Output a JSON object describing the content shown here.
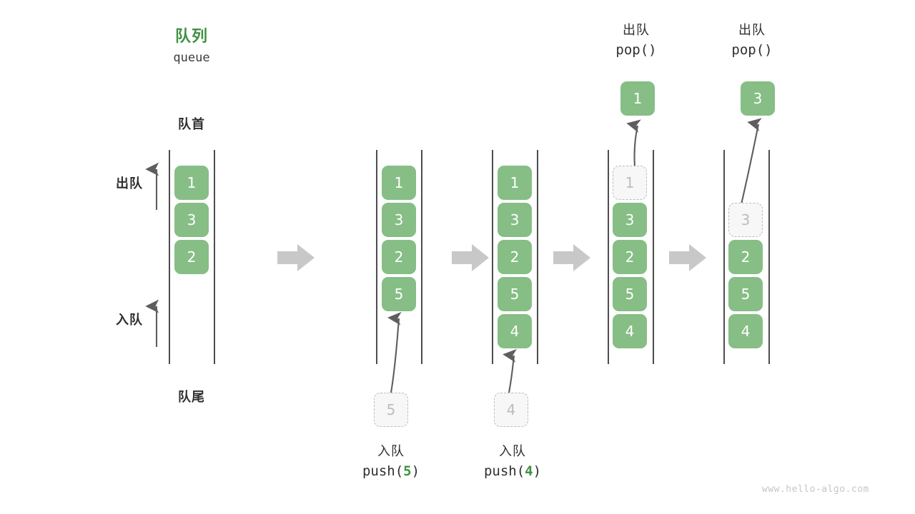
{
  "title": {
    "cn": "队列",
    "en": "queue"
  },
  "labels": {
    "head": "队首",
    "tail": "队尾",
    "dequeue_side": "出队",
    "enqueue_side": "入队"
  },
  "watermark": "www.hello-algo.com",
  "colors": {
    "accent_green": "#3f9142",
    "cell_green": "#86be86",
    "cell_text": "#ffffff",
    "ghost_fill": "#f7f7f7",
    "ghost_border": "#bdbdbd",
    "ghost_text": "#bcbcbc",
    "rail": "#4d4d4d",
    "arrow_gray": "#5e5e5e",
    "step_arrow": "#c8c8c8",
    "text_dark": "#2f2f2f",
    "watermark": "#c6c6c6"
  },
  "stages": [
    {
      "id": "stage-initial",
      "cells": [
        {
          "value": "1",
          "state": "filled"
        },
        {
          "value": "3",
          "state": "filled"
        },
        {
          "value": "2",
          "state": "filled"
        }
      ],
      "incoming": null,
      "popped": null,
      "caption": null
    },
    {
      "id": "stage-push-5",
      "cells": [
        {
          "value": "1",
          "state": "filled"
        },
        {
          "value": "3",
          "state": "filled"
        },
        {
          "value": "2",
          "state": "filled"
        },
        {
          "value": "5",
          "state": "filled"
        }
      ],
      "incoming": {
        "value": "5",
        "state": "ghost"
      },
      "popped": null,
      "caption": {
        "cn": "入队",
        "code_prefix": "push(",
        "code_num": "5",
        "code_suffix": ")"
      }
    },
    {
      "id": "stage-push-4",
      "cells": [
        {
          "value": "1",
          "state": "filled"
        },
        {
          "value": "3",
          "state": "filled"
        },
        {
          "value": "2",
          "state": "filled"
        },
        {
          "value": "5",
          "state": "filled"
        },
        {
          "value": "4",
          "state": "filled"
        }
      ],
      "incoming": {
        "value": "4",
        "state": "ghost"
      },
      "popped": null,
      "caption": {
        "cn": "入队",
        "code_prefix": "push(",
        "code_num": "4",
        "code_suffix": ")"
      }
    },
    {
      "id": "stage-pop-1",
      "cells": [
        {
          "value": "1",
          "state": "ghost"
        },
        {
          "value": "3",
          "state": "filled"
        },
        {
          "value": "2",
          "state": "filled"
        },
        {
          "value": "5",
          "state": "filled"
        },
        {
          "value": "4",
          "state": "filled"
        }
      ],
      "incoming": null,
      "popped": {
        "value": "1",
        "cn": "出队",
        "code": "pop()"
      },
      "caption": null
    },
    {
      "id": "stage-pop-3",
      "cells": [
        {
          "value": "",
          "state": "empty"
        },
        {
          "value": "3",
          "state": "ghost"
        },
        {
          "value": "2",
          "state": "filled"
        },
        {
          "value": "5",
          "state": "filled"
        },
        {
          "value": "4",
          "state": "filled"
        }
      ],
      "incoming": null,
      "popped": {
        "value": "3",
        "cn": "出队",
        "code": "pop()"
      },
      "caption": null
    }
  ],
  "step_arrows": [
    {
      "id": "step-arrow-1"
    },
    {
      "id": "step-arrow-2"
    },
    {
      "id": "step-arrow-3"
    },
    {
      "id": "step-arrow-4"
    }
  ]
}
